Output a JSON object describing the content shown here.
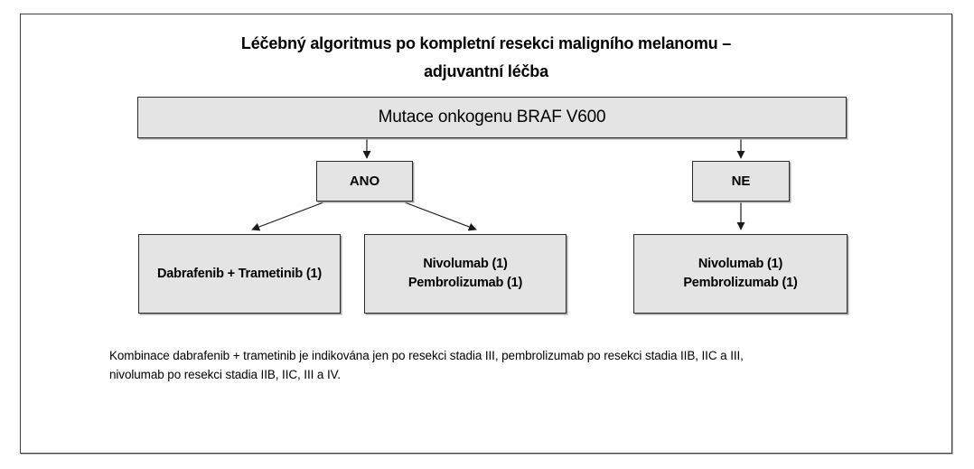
{
  "figure": {
    "title": "Léčebný algoritmus po kompletní resekci maligního melanomu –\nadjuvantní léčba",
    "footnote": "Kombinace dabrafenib + trametinib je indikována jen po resekci stadia III, pembrolizumab po resekci stadia IIB, IIC a III,\nnivolumab po resekci stadia IIB, IIC, III a IV."
  },
  "flowchart": {
    "root": {
      "label": "Mutace onkogenu BRAF V600"
    },
    "branch_yes": {
      "label": "ANO"
    },
    "branch_no": {
      "label": "NE"
    },
    "outcome_yes_targeted": {
      "label": "Dabrafenib + Trametinib (1)"
    },
    "outcome_yes_immuno": {
      "label": "Nivolumab (1)\nPembrolizumab (1)"
    },
    "outcome_no_immuno": {
      "label": "Nivolumab (1)\nPembrolizumab (1)"
    }
  },
  "colors": {
    "background": "#ffffff",
    "text": "#000000",
    "node_fill": "#e4e4e4",
    "node_border": "#2b2b2b",
    "frame_border": "#404040",
    "arrow": "#1a1a1a"
  }
}
